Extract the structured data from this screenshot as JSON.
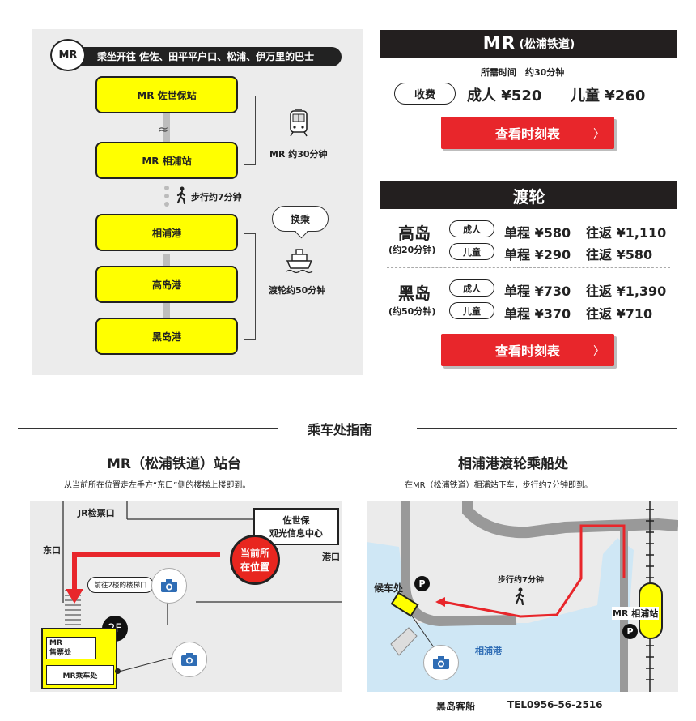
{
  "route": {
    "mr_badge": "MR",
    "title": "乘坐开往 佐佐、田平平户口、松浦、伊万里的巴士",
    "stops": [
      "MR 佐世保站",
      "MR 相浦站",
      "相浦港",
      "高岛港",
      "黑岛港"
    ],
    "train_time": "MR 约30分钟",
    "walk_time": "步行约7分钟",
    "transfer": "换乘",
    "ferry_time": "渡轮约50分钟"
  },
  "mr_fare": {
    "band_main": "MR",
    "band_sub": "(松浦铁道)",
    "duration": "所需时间　约30分钟",
    "fee_label": "收费",
    "adult": "成人 ¥520",
    "child": "儿童 ¥260",
    "timetable_btn": "查看时刻表"
  },
  "ferry_fare": {
    "band": "渡轮",
    "timetable_btn": "查看时刻表",
    "adult_label": "成人",
    "child_label": "儿童",
    "islands": [
      {
        "name": "高岛",
        "time": "(约20分钟)",
        "adult_single": "单程 ¥580",
        "adult_return": "往返 ¥1,110",
        "child_single": "单程 ¥290",
        "child_return": "往返 ¥580"
      },
      {
        "name": "黑岛",
        "time": "(约50分钟)",
        "adult_single": "单程 ¥730",
        "adult_return": "往返 ¥1,390",
        "child_single": "单程 ¥370",
        "child_return": "往返 ¥710"
      }
    ]
  },
  "guide": {
    "title": "乘车处指南",
    "left": {
      "title": "MR（松浦铁道）站台",
      "sub": "从当前所在位置走左手方“东口”侧的楼梯上楼即到。",
      "jr_gate": "JR检票口",
      "east_exit": "东口",
      "info_center_1": "佐世保",
      "info_center_2": "观光信息中心",
      "port_exit": "港口",
      "current_1": "当前所",
      "current_2": "在位置",
      "stairs_label": "前往2楼的楼梯口",
      "floor": "2F",
      "ticket_1": "MR",
      "ticket_2": "售票处",
      "platform": "MR乘车处"
    },
    "right": {
      "title": "相浦港渡轮乘船处",
      "sub": "在MR（松浦铁道）相浦站下车，步行约7分钟即到。",
      "waiting": "候车处",
      "parking": "P",
      "walk": "步行约7分钟",
      "station": "MR 相浦站",
      "port": "相浦港"
    },
    "footer_name": "黑岛客船",
    "footer_tel": "TEL0956-56-2516"
  }
}
